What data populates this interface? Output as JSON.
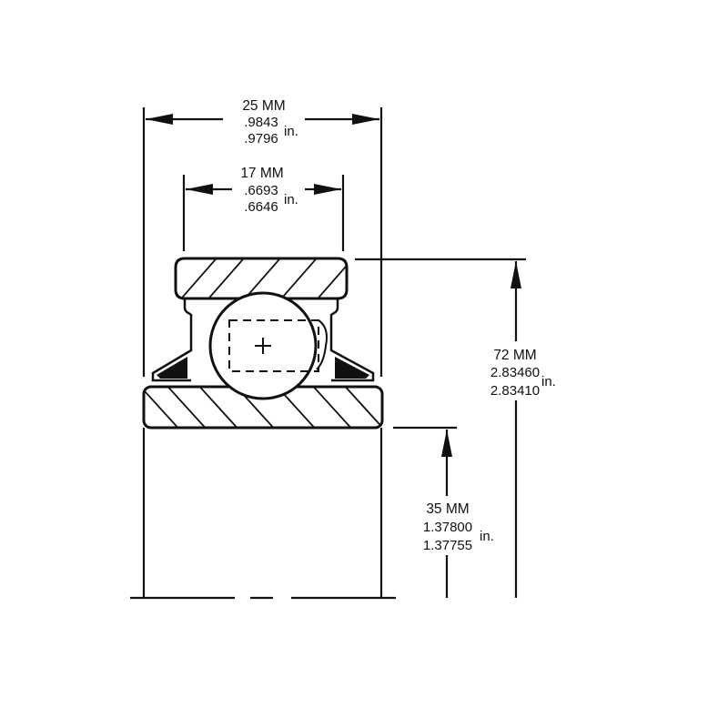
{
  "dimensions": {
    "width": {
      "mm": "25 MM",
      "max": ".9843",
      "min": ".9796",
      "unit": "in."
    },
    "bore_width": {
      "mm": "17 MM",
      "max": ".6693",
      "min": ".6646",
      "unit": "in."
    },
    "outer_diameter": {
      "mm": "72 MM",
      "max": "2.83460",
      "min": "2.83410",
      "unit": "in."
    },
    "bore_diameter": {
      "mm": "35 MM",
      "max": "1.37800",
      "min": "1.37755",
      "unit": "in."
    }
  },
  "colors": {
    "line": "#111111",
    "background": "#ffffff"
  }
}
